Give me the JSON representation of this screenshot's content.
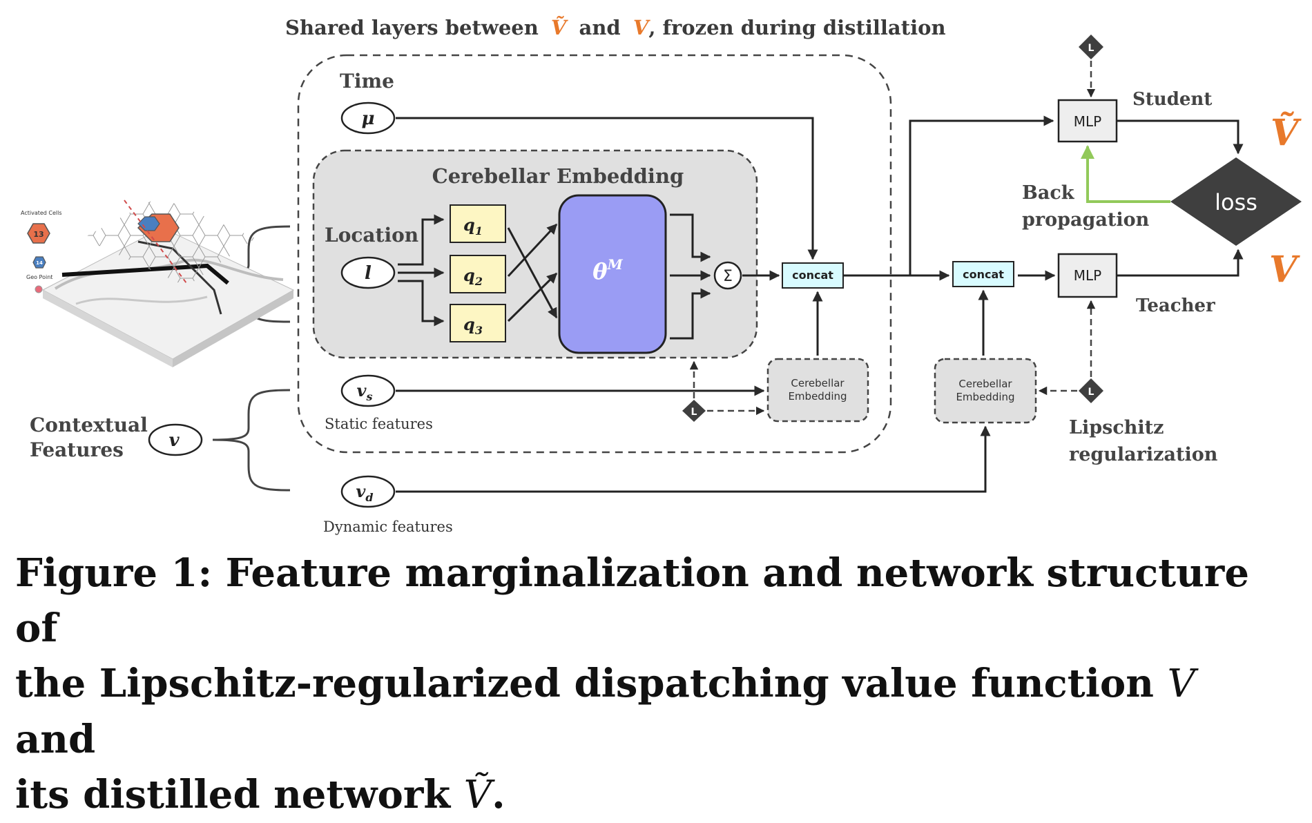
{
  "header": {
    "prefix": "Shared layers between",
    "v_tilde": "Ṽ",
    "and": "and",
    "v": "V",
    "suffix": ", frozen during distillation"
  },
  "labels": {
    "time": "Time",
    "mu": "μ",
    "cerebellar_embedding": "Cerebellar Embedding",
    "location": "Location",
    "l": "l",
    "q1_base": "q",
    "q1_sub": "1",
    "q2_base": "q",
    "q2_sub": "2",
    "q3_base": "q",
    "q3_sub": "3",
    "theta_base": "θ",
    "theta_sup": "M",
    "sigma": "Σ",
    "concat": "concat",
    "ce_small_line1": "Cerebellar",
    "ce_small_line2": "Embedding",
    "vs_base": "v",
    "vs_sub": "s",
    "static_features": "Static features",
    "vd_base": "v",
    "vd_sub": "d",
    "dynamic_features": "Dynamic features",
    "contextual_line1": "Contextual",
    "contextual_line2": "Features",
    "v_node": "v",
    "lipschitz_token": "L",
    "mlp": "MLP",
    "student": "Student",
    "teacher": "Teacher",
    "loss": "loss",
    "back_line1": "Back",
    "back_line2": "propagation",
    "lipschitz_line1": "Lipschitz",
    "lipschitz_line2": "regularization",
    "out_v_tilde": "Ṽ",
    "out_v": "V"
  },
  "map": {
    "activated_cells": "Activated Cells",
    "cell_13": "13",
    "cell_14": "14",
    "geo_point": "Geo Point"
  },
  "caption": {
    "line1": "Figure 1: Feature marginalization and network structure of",
    "line2a": "the Lipschitz-regularized dispatching value function",
    "line2_v": "V",
    "line2b": "and",
    "line3a": "its distilled network",
    "line3_v": "Ṽ",
    "line3b": "."
  },
  "colors": {
    "orange": "#e8792b",
    "theta_fill": "#9a9cf4",
    "q_fill": "#fdf6c3",
    "concat_fill": "#d8fbff",
    "gray_panel": "#e0e0e0",
    "loss_fill": "#3f3f3f",
    "backprop_green": "#92c95a"
  }
}
